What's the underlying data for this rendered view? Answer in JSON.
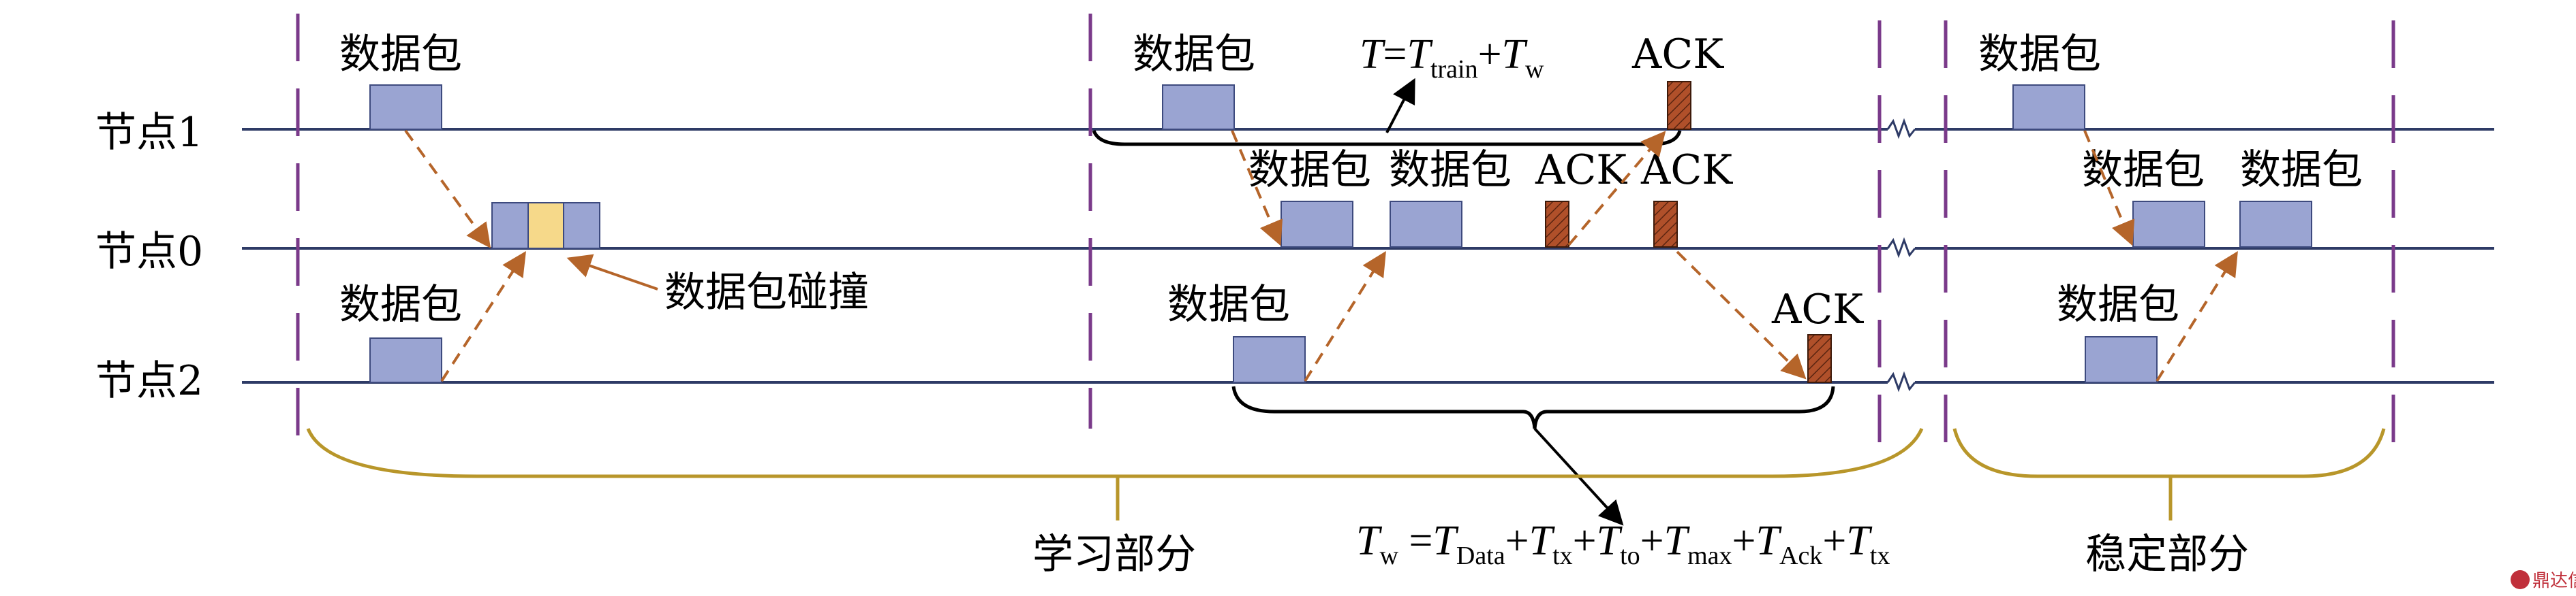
{
  "nodes": {
    "node1": "节点1",
    "node0": "节点0",
    "node2": "节点2"
  },
  "labels": {
    "packet": "数据包",
    "ack": "ACK",
    "collision": "数据包碰撞",
    "learning_phase": "学习部分",
    "stable_phase": "稳定部分"
  },
  "formula_top": {
    "T": "T",
    "eq": "=",
    "Ttrain": "T",
    "train_sub": "train",
    "plus": "+",
    "Tw": "T",
    "w_sub": "w"
  },
  "formula_bottom": {
    "Tw": "T",
    "w_sub": "w",
    "eq": " =",
    "T1": "T",
    "sub1": "Data",
    "p1": "+",
    "T2": "T",
    "sub2": "tx",
    "p2": "+",
    "T3": "T",
    "sub3": "to",
    "p3": "+",
    "T4": "T",
    "sub4": "max",
    "p4": "+",
    "T5": "T",
    "sub5": "Ack",
    "p5": "+",
    "T6": "T",
    "sub6": "tx"
  },
  "watermark": "鼎达信",
  "colors": {
    "timeline": "#2e3b66",
    "packet_fill": "#9aa4d2",
    "packet_stroke": "#3d4a7e",
    "collision_fill": "#f6d98a",
    "ack_fill": "#b0502a",
    "arrow": "#b5652a",
    "divider": "#7a3a8a",
    "brace_gold": "#b8962a",
    "brace_black": "#000000"
  }
}
